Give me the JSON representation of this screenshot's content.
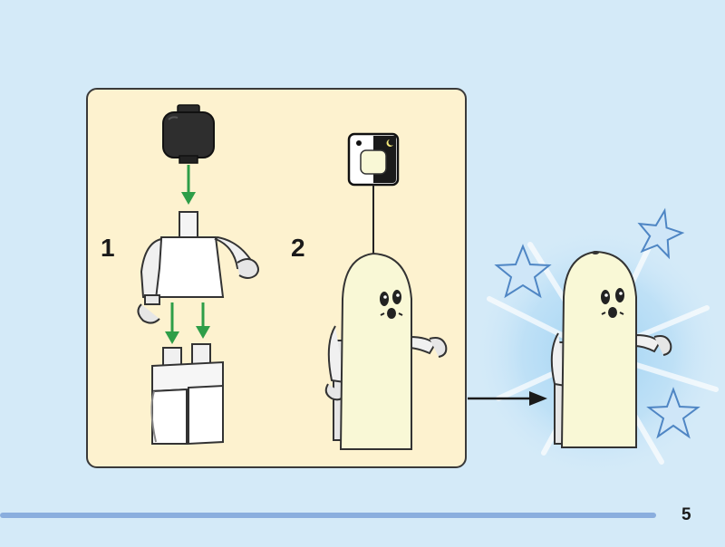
{
  "steps": [
    {
      "number": "1"
    },
    {
      "number": "2"
    }
  ],
  "page_number": "5",
  "colors": {
    "background": "#d4eaf8",
    "panel": "#fdf2cf",
    "arrow": "#2e9e48",
    "ghost": "#f9f8d6",
    "progress": "#8aaede"
  },
  "icons": [
    "glow-in-the-dark-icon",
    "star-icon"
  ]
}
